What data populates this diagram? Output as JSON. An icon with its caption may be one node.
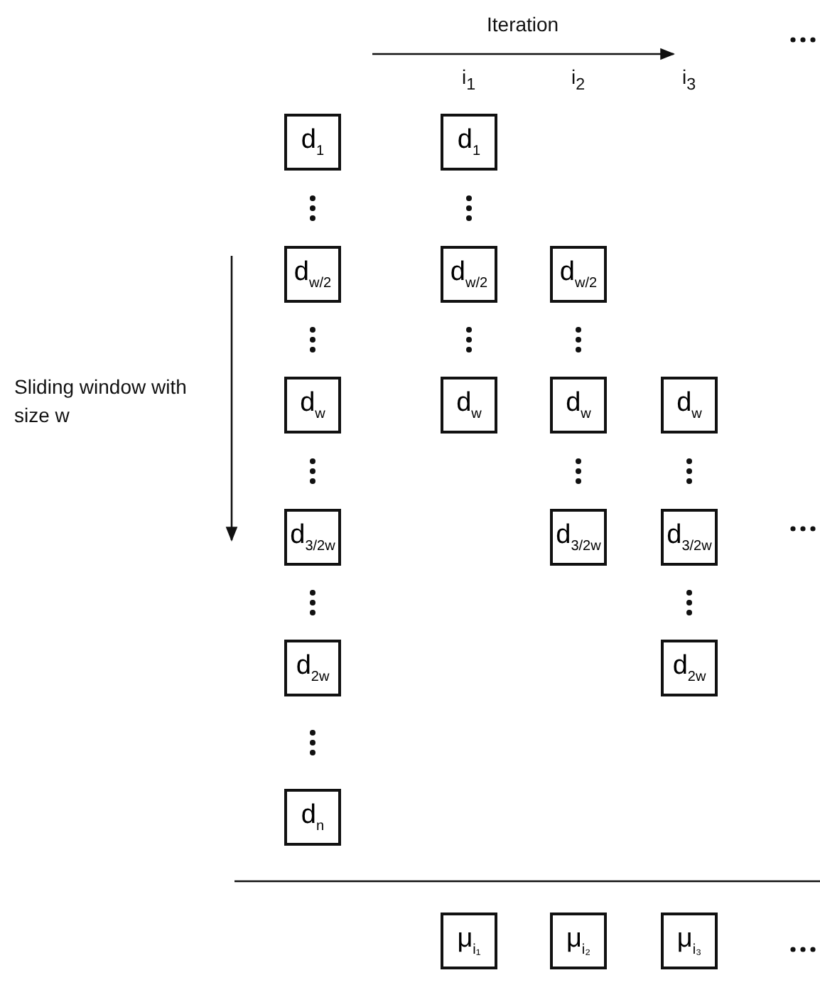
{
  "diagram": {
    "nodes": [
      {
        "text": [
          "d$_{1}$"
        ]
      },
      {
        "text": [
          "d$_{1}$"
        ]
      },
      {
        "text": [
          "d$_{w/2}$"
        ]
      },
      {
        "text": [
          "d$_{w/2}$"
        ]
      },
      {
        "text": [
          "d$_{w/2}$"
        ]
      },
      {
        "text": [
          "d$_{w}$"
        ]
      },
      {
        "text": [
          "d$_{w}$"
        ]
      },
      {
        "text": [
          "d$_{w}$"
        ]
      },
      {
        "text": [
          "d$_{w}$"
        ]
      },
      {
        "text": [
          "d$_{3/2w}$"
        ]
      },
      {
        "text": [
          "d$_{3/2w}$"
        ]
      },
      {
        "text": [
          "d$_{3/2w}$"
        ]
      },
      {
        "text": [
          "d$_{2w}$"
        ]
      },
      {
        "text": [
          "d$_{2w}$"
        ]
      },
      {
        "text": [
          "d$_{n}$"
        ]
      },
      {
        "text": [
          "μ$_{i₁}$"
        ]
      },
      {
        "text": [
          "μ$_{i₂}$"
        ]
      },
      {
        "text": [
          "μ$_{i₃}$"
        ]
      }
    ],
    "edges": [],
    "labels": [
      "Iteration",
      "i$_{1}$",
      "i$_{2}$",
      "i$_{3}$",
      "Sliding window with size w"
    ]
  }
}
